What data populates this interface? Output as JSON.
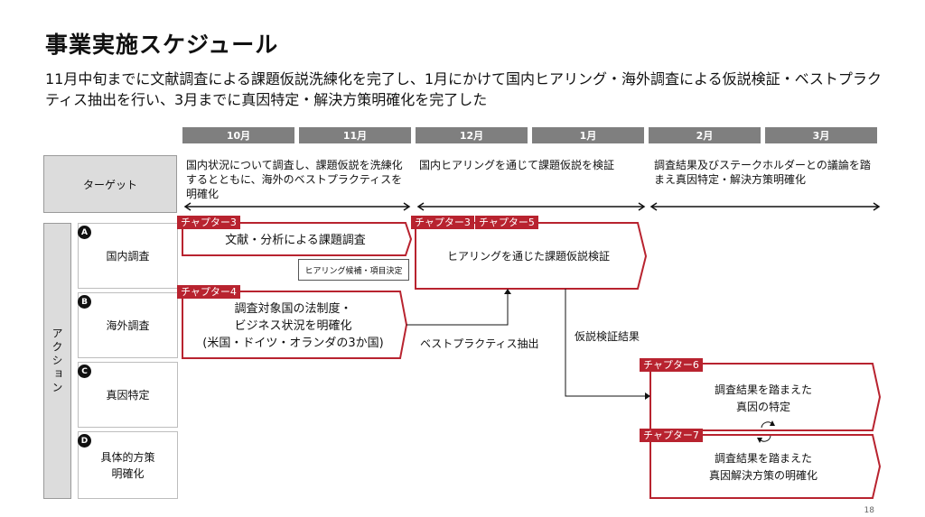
{
  "header": {
    "title": "事業実施スケジュール",
    "subtitle": "11月中旬までに文献調査による課題仮説洗練化を完了し、1月にかけて国内ヒアリング・海外調査による仮説検証・ベストプラクティス抽出を行い、3月までに真因特定・解決方策明確化を完了した"
  },
  "timeline": {
    "months": [
      "10月",
      "11月",
      "12月",
      "1月",
      "2月",
      "3月"
    ]
  },
  "target": {
    "label": "ターゲット",
    "phase1": "国内状況について調査し、課題仮説を洗練化するとともに、海外のベストプラクティスを明確化",
    "phase2": "国内ヒアリングを通じて課題仮説を検証",
    "phase3": "調査結果及びステークホルダーとの議論を踏まえ真因特定・解決方策明確化"
  },
  "action": {
    "label": "アクション",
    "rows": [
      {
        "letter": "A",
        "label": "国内調査"
      },
      {
        "letter": "B",
        "label": "海外調査"
      },
      {
        "letter": "C",
        "label": "真因特定"
      },
      {
        "letter": "D",
        "label": "具体的方策明確化"
      }
    ]
  },
  "tasks": {
    "lit": {
      "tag": "チャプター3",
      "text": "文献・分析による課題調査"
    },
    "overseas": {
      "tag": "チャプター4",
      "line1": "調査対象国の法制度・",
      "line2": "ビジネス状況を明確化",
      "line3": "(米国・ドイツ・オランダの3か国)"
    },
    "hearing": {
      "tag1": "チャプター3",
      "tag2": "チャプター5",
      "text": "ヒアリングを通じた課題仮説検証"
    },
    "cause": {
      "tag": "チャプター6",
      "line1": "調査結果を踏まえた",
      "line2": "真因の特定"
    },
    "solution": {
      "tag": "チャプター7",
      "line1": "調査結果を踏まえた",
      "line2": "真因解決方策の明確化"
    }
  },
  "labels": {
    "hearing_prep": "ヒアリング候補・項目決定",
    "best_practice": "ベストプラクティス抽出",
    "verification_result": "仮説検証結果"
  },
  "page_number": "18",
  "colors": {
    "accent": "#b8232f",
    "month_bar": "#7f7f7f",
    "panel": "#dcdcdc"
  }
}
